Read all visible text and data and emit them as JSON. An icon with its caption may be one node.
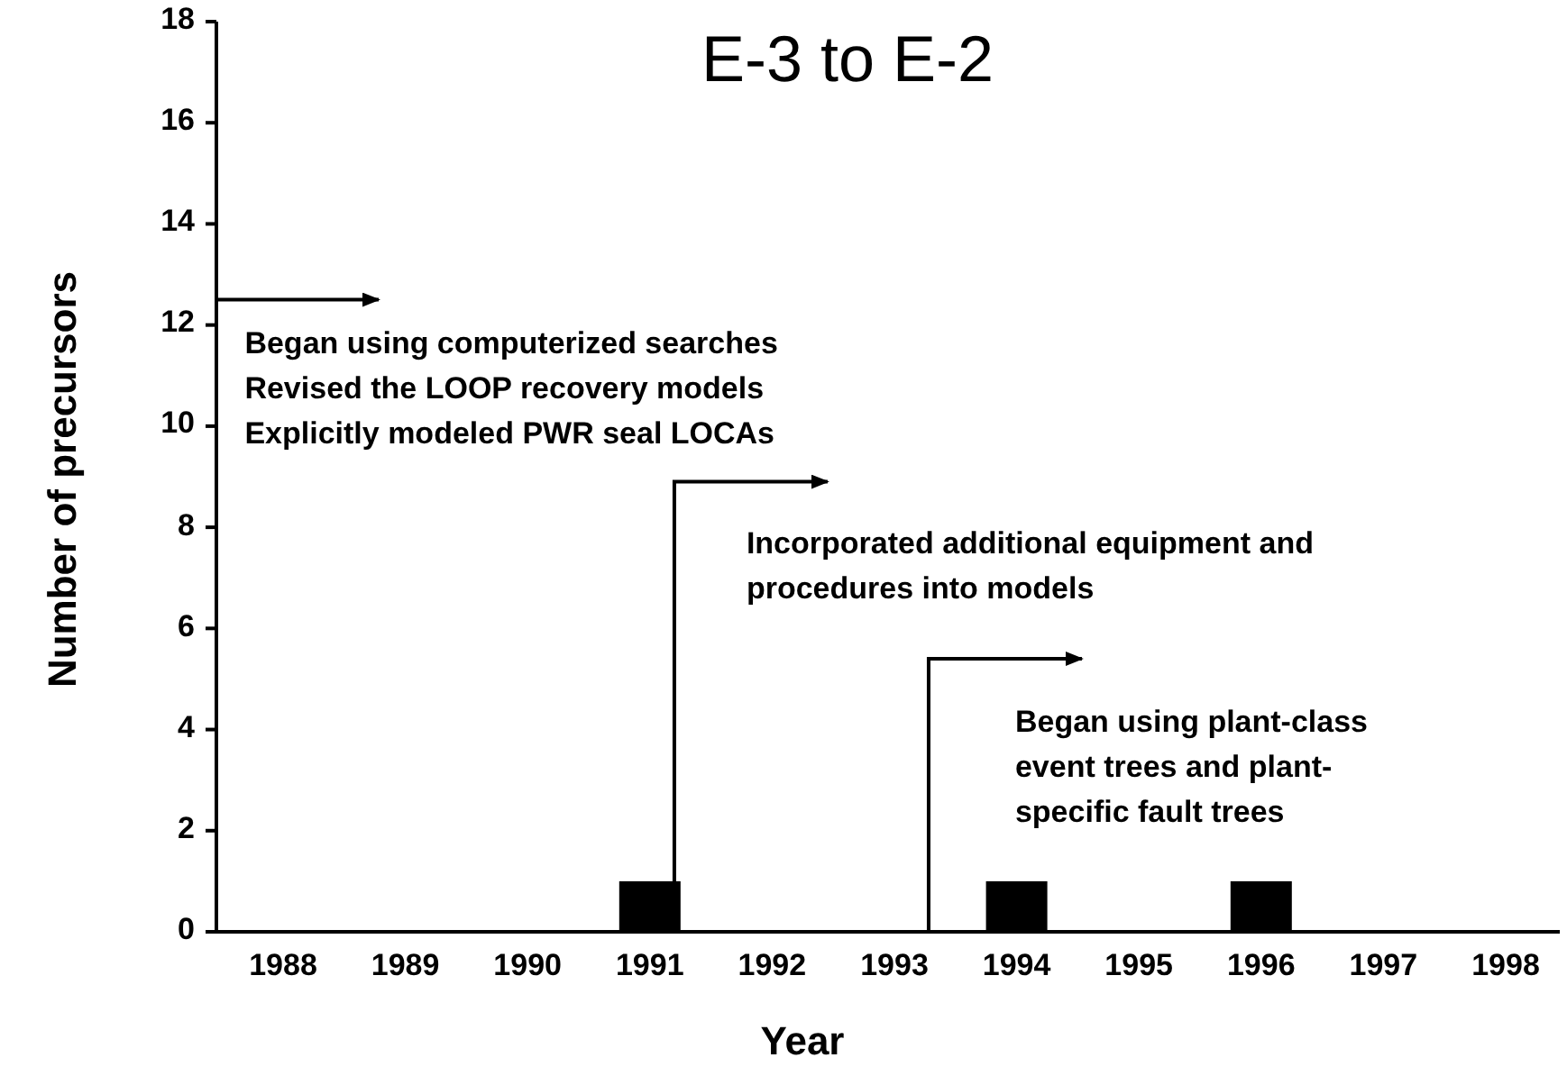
{
  "diagram": {
    "title": "E-3 to E-2",
    "chart_data": {
      "type": "bar",
      "xlabel": "Year",
      "ylabel": "Number of precursors",
      "categories": [
        "1988",
        "1989",
        "1990",
        "1991",
        "1992",
        "1993",
        "1994",
        "1995",
        "1996",
        "1997",
        "1998"
      ],
      "values": [
        0,
        0,
        0,
        1,
        0,
        0,
        1,
        0,
        1,
        0,
        0
      ],
      "ylim": [
        0,
        18
      ],
      "yticks": [
        0,
        2,
        4,
        6,
        8,
        10,
        12,
        14,
        16,
        18
      ],
      "annotations": [
        {
          "text": [
            "Began using computerized searches",
            "Revised the LOOP recovery models",
            "Explicitly modeled PWR seal LOCAs"
          ]
        },
        {
          "text": [
            "Incorporated additional equipment and procedures into models"
          ]
        },
        {
          "text": [
            "Began using plant-class event trees and plant-specific fault trees"
          ]
        }
      ]
    }
  }
}
